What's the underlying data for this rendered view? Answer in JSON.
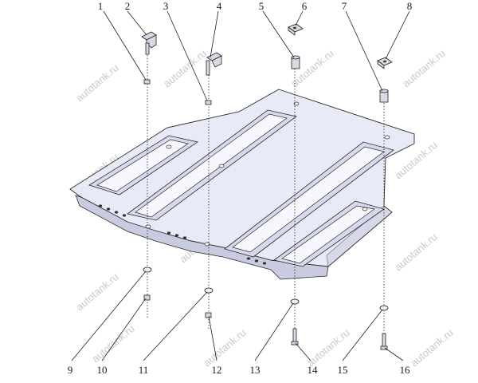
{
  "watermark": "autotank.ru",
  "callouts": [
    "1",
    "2",
    "3",
    "4",
    "5",
    "6",
    "7",
    "8",
    "9",
    "10",
    "11",
    "12",
    "13",
    "14",
    "15",
    "16"
  ]
}
